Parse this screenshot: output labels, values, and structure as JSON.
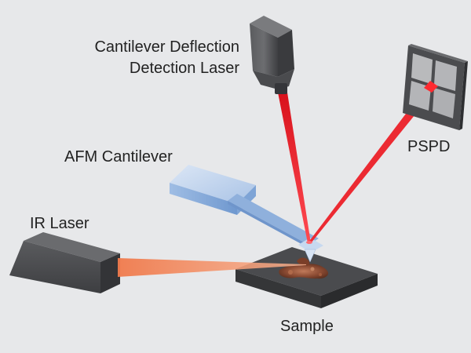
{
  "labels": {
    "laser_title_line1": "Cantilever Deflection",
    "laser_title_line2": "Detection Laser",
    "afm_cantilever": "AFM Cantilever",
    "ir_laser": "IR Laser",
    "pspd": "PSPD",
    "sample": "Sample"
  },
  "colors": {
    "background": "#e7e8ea",
    "laser_beam": "#e8242c",
    "ir_beam": "#f28a5e",
    "cantilever": "#9fbde4",
    "housing_dark": "#4e4f52",
    "sample_stage": "#3f4043",
    "sample_material": "#8a4a32"
  }
}
